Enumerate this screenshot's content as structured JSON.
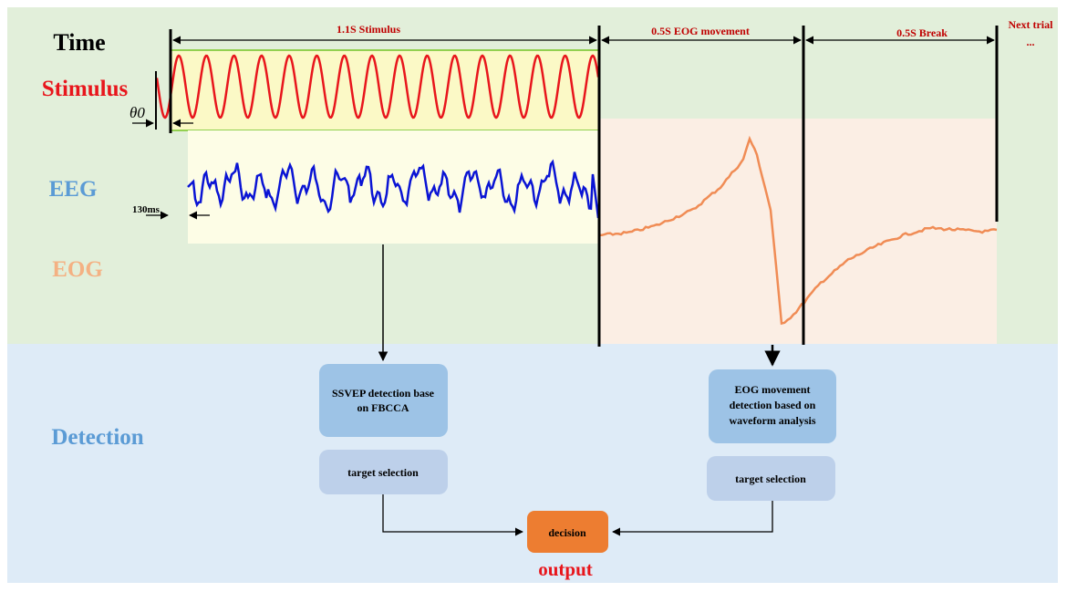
{
  "labels": {
    "time": "Time",
    "stimulus": "Stimulus",
    "theta": "θ0",
    "eeg": "EEG",
    "eog": "EOG",
    "detection": "Detection",
    "delay": "130ms",
    "output": "output"
  },
  "timeline": {
    "stimulus_span": "1.1S Stimulus",
    "eog_span": "0.5S EOG movement",
    "break_span": "0.5S Break",
    "next_trial": "Next trial",
    "ellipsis": "..."
  },
  "boxes": {
    "ssvep_line1": "SSVEP detection base",
    "ssvep_line2": "on FBCCA",
    "eog_line1": "EOG movement",
    "eog_line2": "detection based on",
    "eog_line3": "waveform analysis",
    "target_left": "target selection",
    "target_right": "target selection",
    "decision": "decision"
  },
  "colors": {
    "top_panel": "#e2efda",
    "bottom_panel": "#deebf7",
    "stimulus": "#e8161c",
    "eeg_wave": "#0a14d4",
    "eog_wave": "#f08c55",
    "eog_region": "#fbeee4",
    "box_main": "#9dc3e6",
    "box_target": "#bdd0ea",
    "decision": "#ed7d31",
    "dark_red_text": "#c00000",
    "blue_label": "#5b9bd5",
    "orange_label": "#f4b183"
  }
}
